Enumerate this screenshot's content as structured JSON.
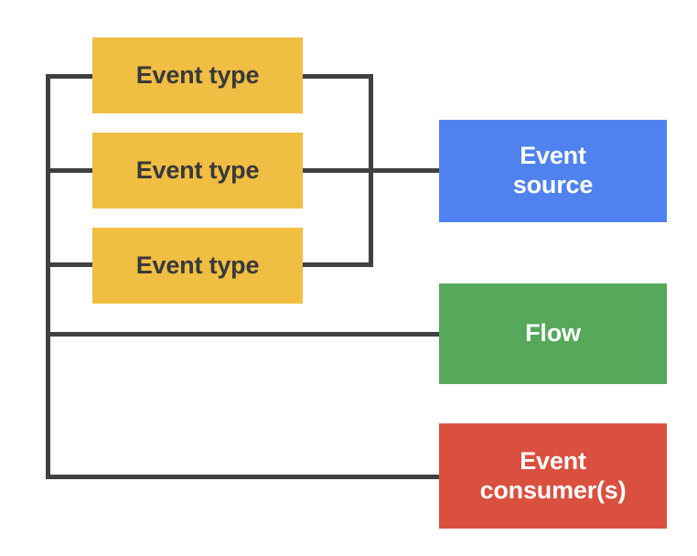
{
  "diagram": {
    "title": "Event-driven architecture block diagram",
    "background_color": "#ffffff",
    "connector_color": "#404040",
    "connector_width": 5,
    "nodes": {
      "event_type_1": {
        "label": "Event type",
        "color": "#F0BE42",
        "text_color": "#37393B"
      },
      "event_type_2": {
        "label": "Event type",
        "color": "#F0BE42",
        "text_color": "#37393B"
      },
      "event_type_3": {
        "label": "Event type",
        "color": "#F0BE42",
        "text_color": "#37393B"
      },
      "event_source": {
        "label": "Event\nsource",
        "color": "#4F82EE",
        "text_color": "#ffffff"
      },
      "flow": {
        "label": "Flow",
        "color": "#56A85A",
        "text_color": "#ffffff"
      },
      "event_consumer": {
        "label": "Event\nconsumer(s)",
        "color": "#D9503F",
        "text_color": "#ffffff"
      }
    },
    "connections": [
      {
        "from": "left-bus",
        "to": "event_type_1"
      },
      {
        "from": "left-bus",
        "to": "event_type_2"
      },
      {
        "from": "left-bus",
        "to": "event_type_3"
      },
      {
        "from": "left-bus",
        "to": "flow"
      },
      {
        "from": "left-bus",
        "to": "event_consumer"
      },
      {
        "from": "event_type_1",
        "to": "right-bus"
      },
      {
        "from": "event_type_2",
        "to": "right-bus"
      },
      {
        "from": "event_type_3",
        "to": "right-bus"
      },
      {
        "from": "right-bus",
        "to": "event_source"
      }
    ]
  }
}
